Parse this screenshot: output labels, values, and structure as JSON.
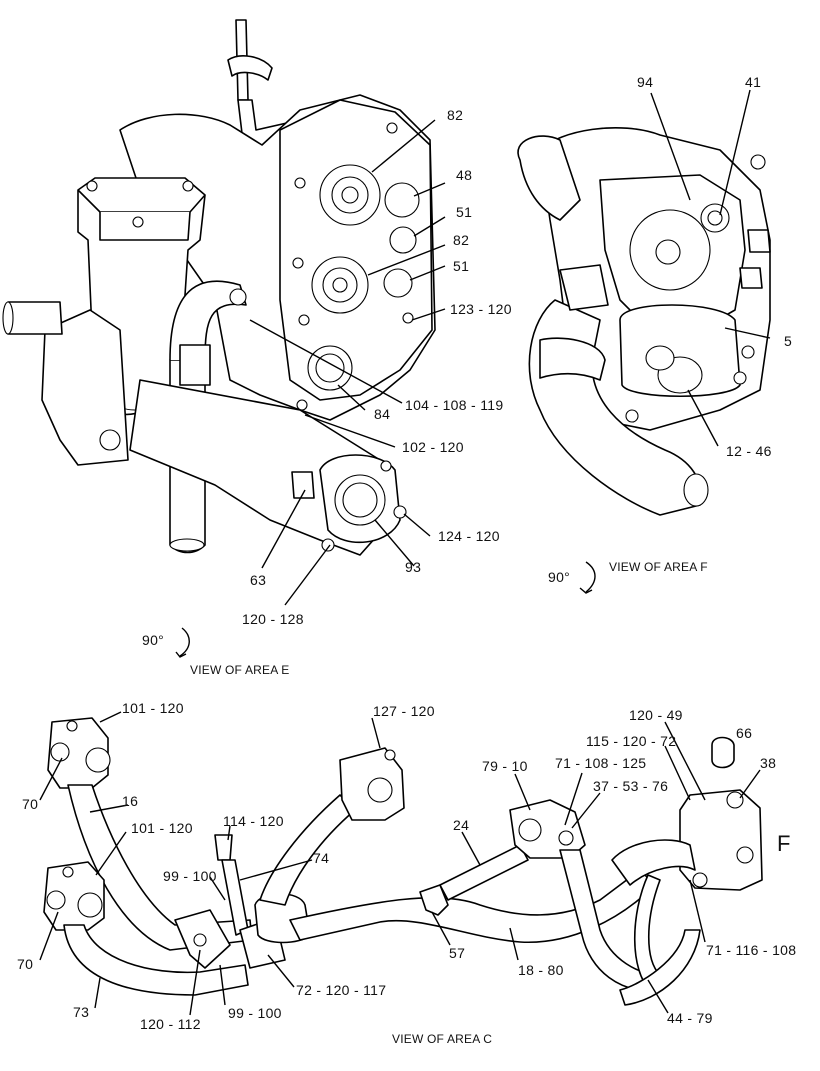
{
  "views": {
    "e": {
      "caption": "VIEW OF AREA E",
      "rotation": "90°",
      "callouts": [
        "82",
        "48",
        "51",
        "82",
        "51",
        "123 - 120",
        "104 - 108 - 119",
        "84",
        "102 - 120",
        "63",
        "93",
        "124 - 120",
        "120 - 128"
      ]
    },
    "f": {
      "caption": "VIEW OF AREA F",
      "rotation": "90°",
      "callouts": [
        "94",
        "41",
        "5",
        "12 - 46"
      ]
    },
    "c": {
      "caption": "VIEW OF AREA C",
      "callouts": [
        "101 - 120",
        "70",
        "16",
        "101 - 120",
        "70",
        "73",
        "114 - 120",
        "74",
        "99 - 100",
        "120 - 112",
        "99 - 100",
        "72 - 120 - 117",
        "127 - 120",
        "24",
        "79 - 10",
        "71 - 108 - 125",
        "37 - 53 - 76",
        "57",
        "18 - 80",
        "120 - 49",
        "66",
        "115 - 120 - 72",
        "38",
        "71 - 116 - 108",
        "44 - 79"
      ]
    }
  },
  "section_letter": "F"
}
